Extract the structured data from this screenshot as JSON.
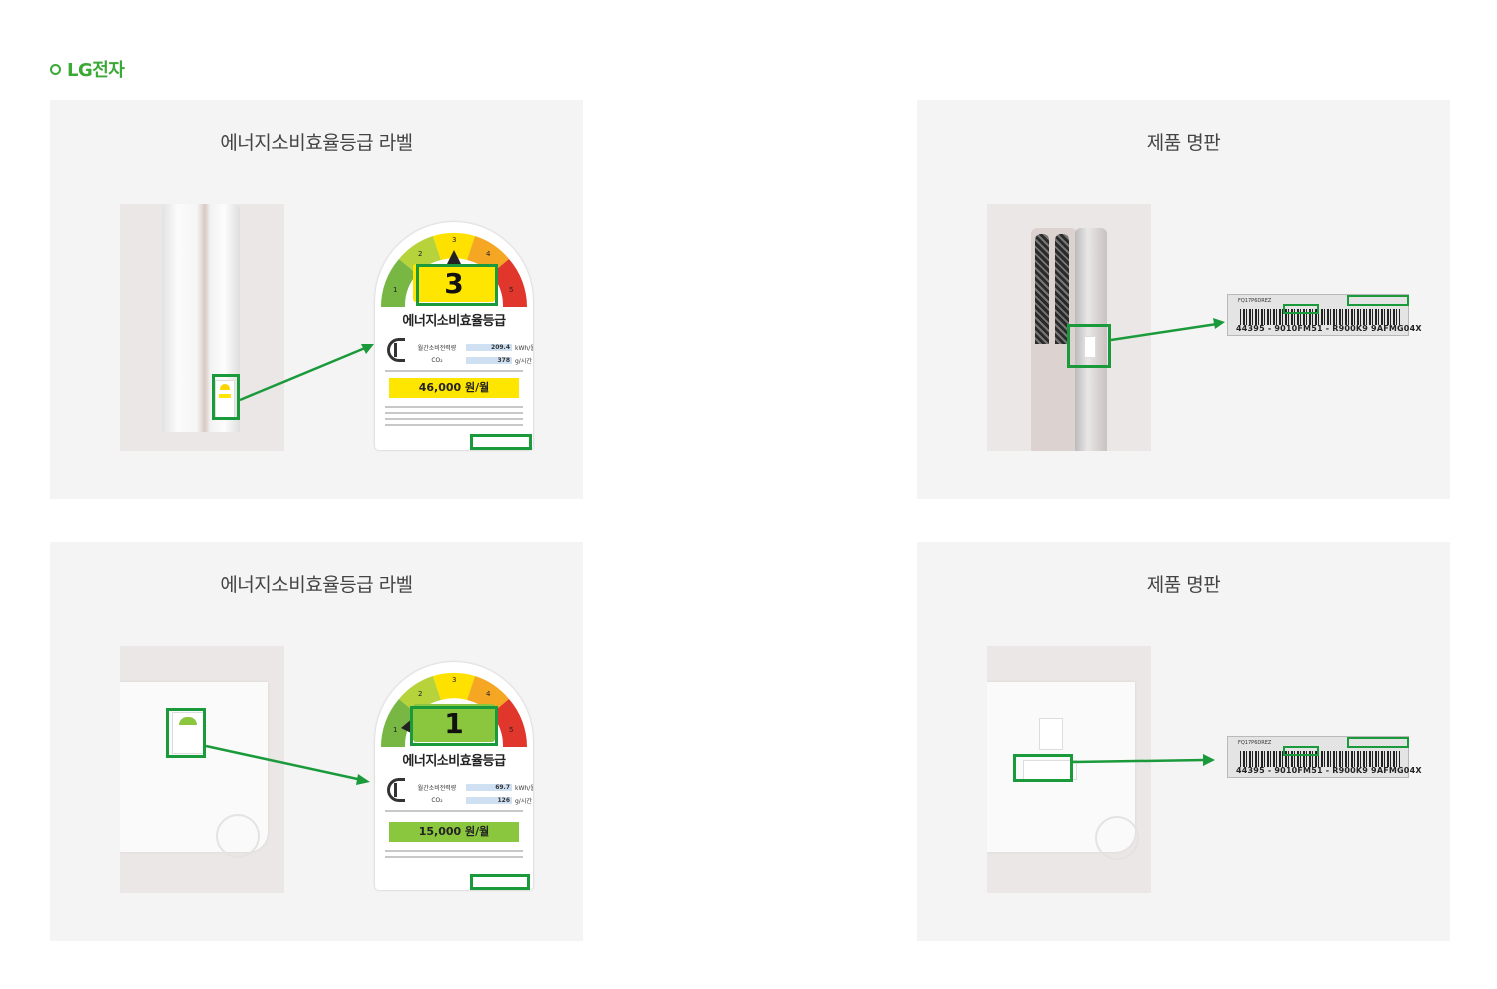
{
  "brand": {
    "name": "LG전자"
  },
  "colors": {
    "accent": "#3aa935",
    "highlight": "#1a9a3a",
    "panel": "#f4f4f4"
  },
  "panels": [
    {
      "title": "에너지소비효율등급 라벨",
      "label": {
        "grade": "3",
        "heading": "에너지소비효율등급",
        "consumption": "209.4",
        "consumption_unit": "kWh/월",
        "co2_label": "CO₂",
        "co2": "378",
        "co2_unit": "g/시간",
        "cost": "46,000",
        "cost_unit": "원/월"
      }
    },
    {
      "title": "제품 명판",
      "plate": {
        "top_text": "FQ17P6DREZ",
        "bottom_text": "44395 - 9010FM51 - R900K9   9AFMG04X"
      }
    },
    {
      "title": "에너지소비효율등급 라벨",
      "label": {
        "grade": "1",
        "heading": "에너지소비효율등급",
        "consumption": "69.7",
        "consumption_unit": "kWh/월",
        "co2_label": "CO₂",
        "co2": "126",
        "co2_unit": "g/시간",
        "cost": "15,000",
        "cost_unit": "원/월"
      }
    },
    {
      "title": "제품 명판",
      "plate": {
        "top_text": "FQ17P6DREZ",
        "bottom_text": "44395 - 9010FM51 - R900K9   9AFMG04X"
      }
    }
  ]
}
